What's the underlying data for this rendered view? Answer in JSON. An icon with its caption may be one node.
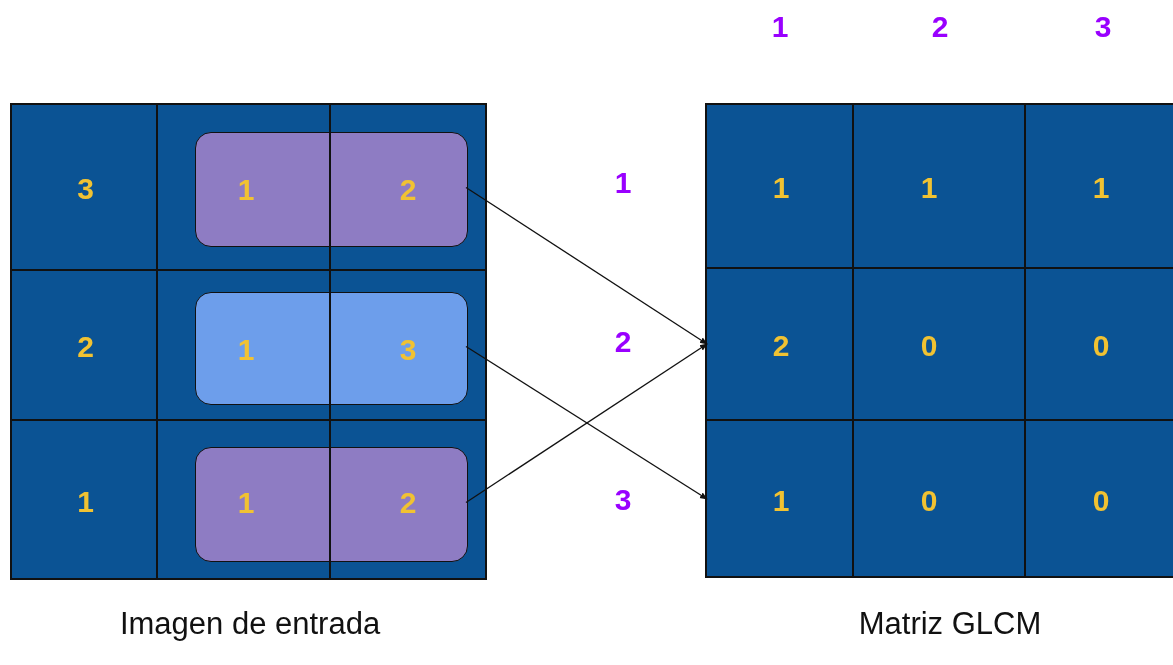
{
  "diagram": {
    "nodes": [
      {
        "text": [
          "Imagen de entrada"
        ]
      },
      {
        "text": [
          "3"
        ],
        "in": 0
      },
      {
        "text": [
          "1",
          "2"
        ],
        "in": 0
      },
      {
        "text": [
          "2"
        ],
        "in": 0
      },
      {
        "text": [
          "1",
          "3"
        ],
        "in": 0
      },
      {
        "text": [
          "1"
        ],
        "in": 0
      },
      {
        "text": [
          "1",
          "2"
        ],
        "in": 0
      },
      {
        "text": [
          "Matriz GLCM"
        ]
      },
      {
        "text": [
          "1"
        ],
        "in": 7
      },
      {
        "text": [
          "1"
        ],
        "in": 7
      },
      {
        "text": [
          "1"
        ],
        "in": 7
      },
      {
        "text": [
          "2"
        ],
        "in": 7
      },
      {
        "text": [
          "0"
        ],
        "in": 7
      },
      {
        "text": [
          "0"
        ],
        "in": 7
      },
      {
        "text": [
          "1"
        ],
        "in": 7
      },
      {
        "text": [
          "0"
        ],
        "in": 7
      },
      {
        "text": [
          "0"
        ],
        "in": 7
      }
    ],
    "edges": [
      {
        "from": 2,
        "to": 11,
        "arrow": "to"
      },
      {
        "from": 4,
        "to": 14,
        "arrow": "to"
      },
      {
        "from": 6,
        "to": 11,
        "arrow": "to"
      }
    ],
    "labels": [
      "1",
      "2",
      "3",
      "1",
      "2",
      "3"
    ]
  }
}
